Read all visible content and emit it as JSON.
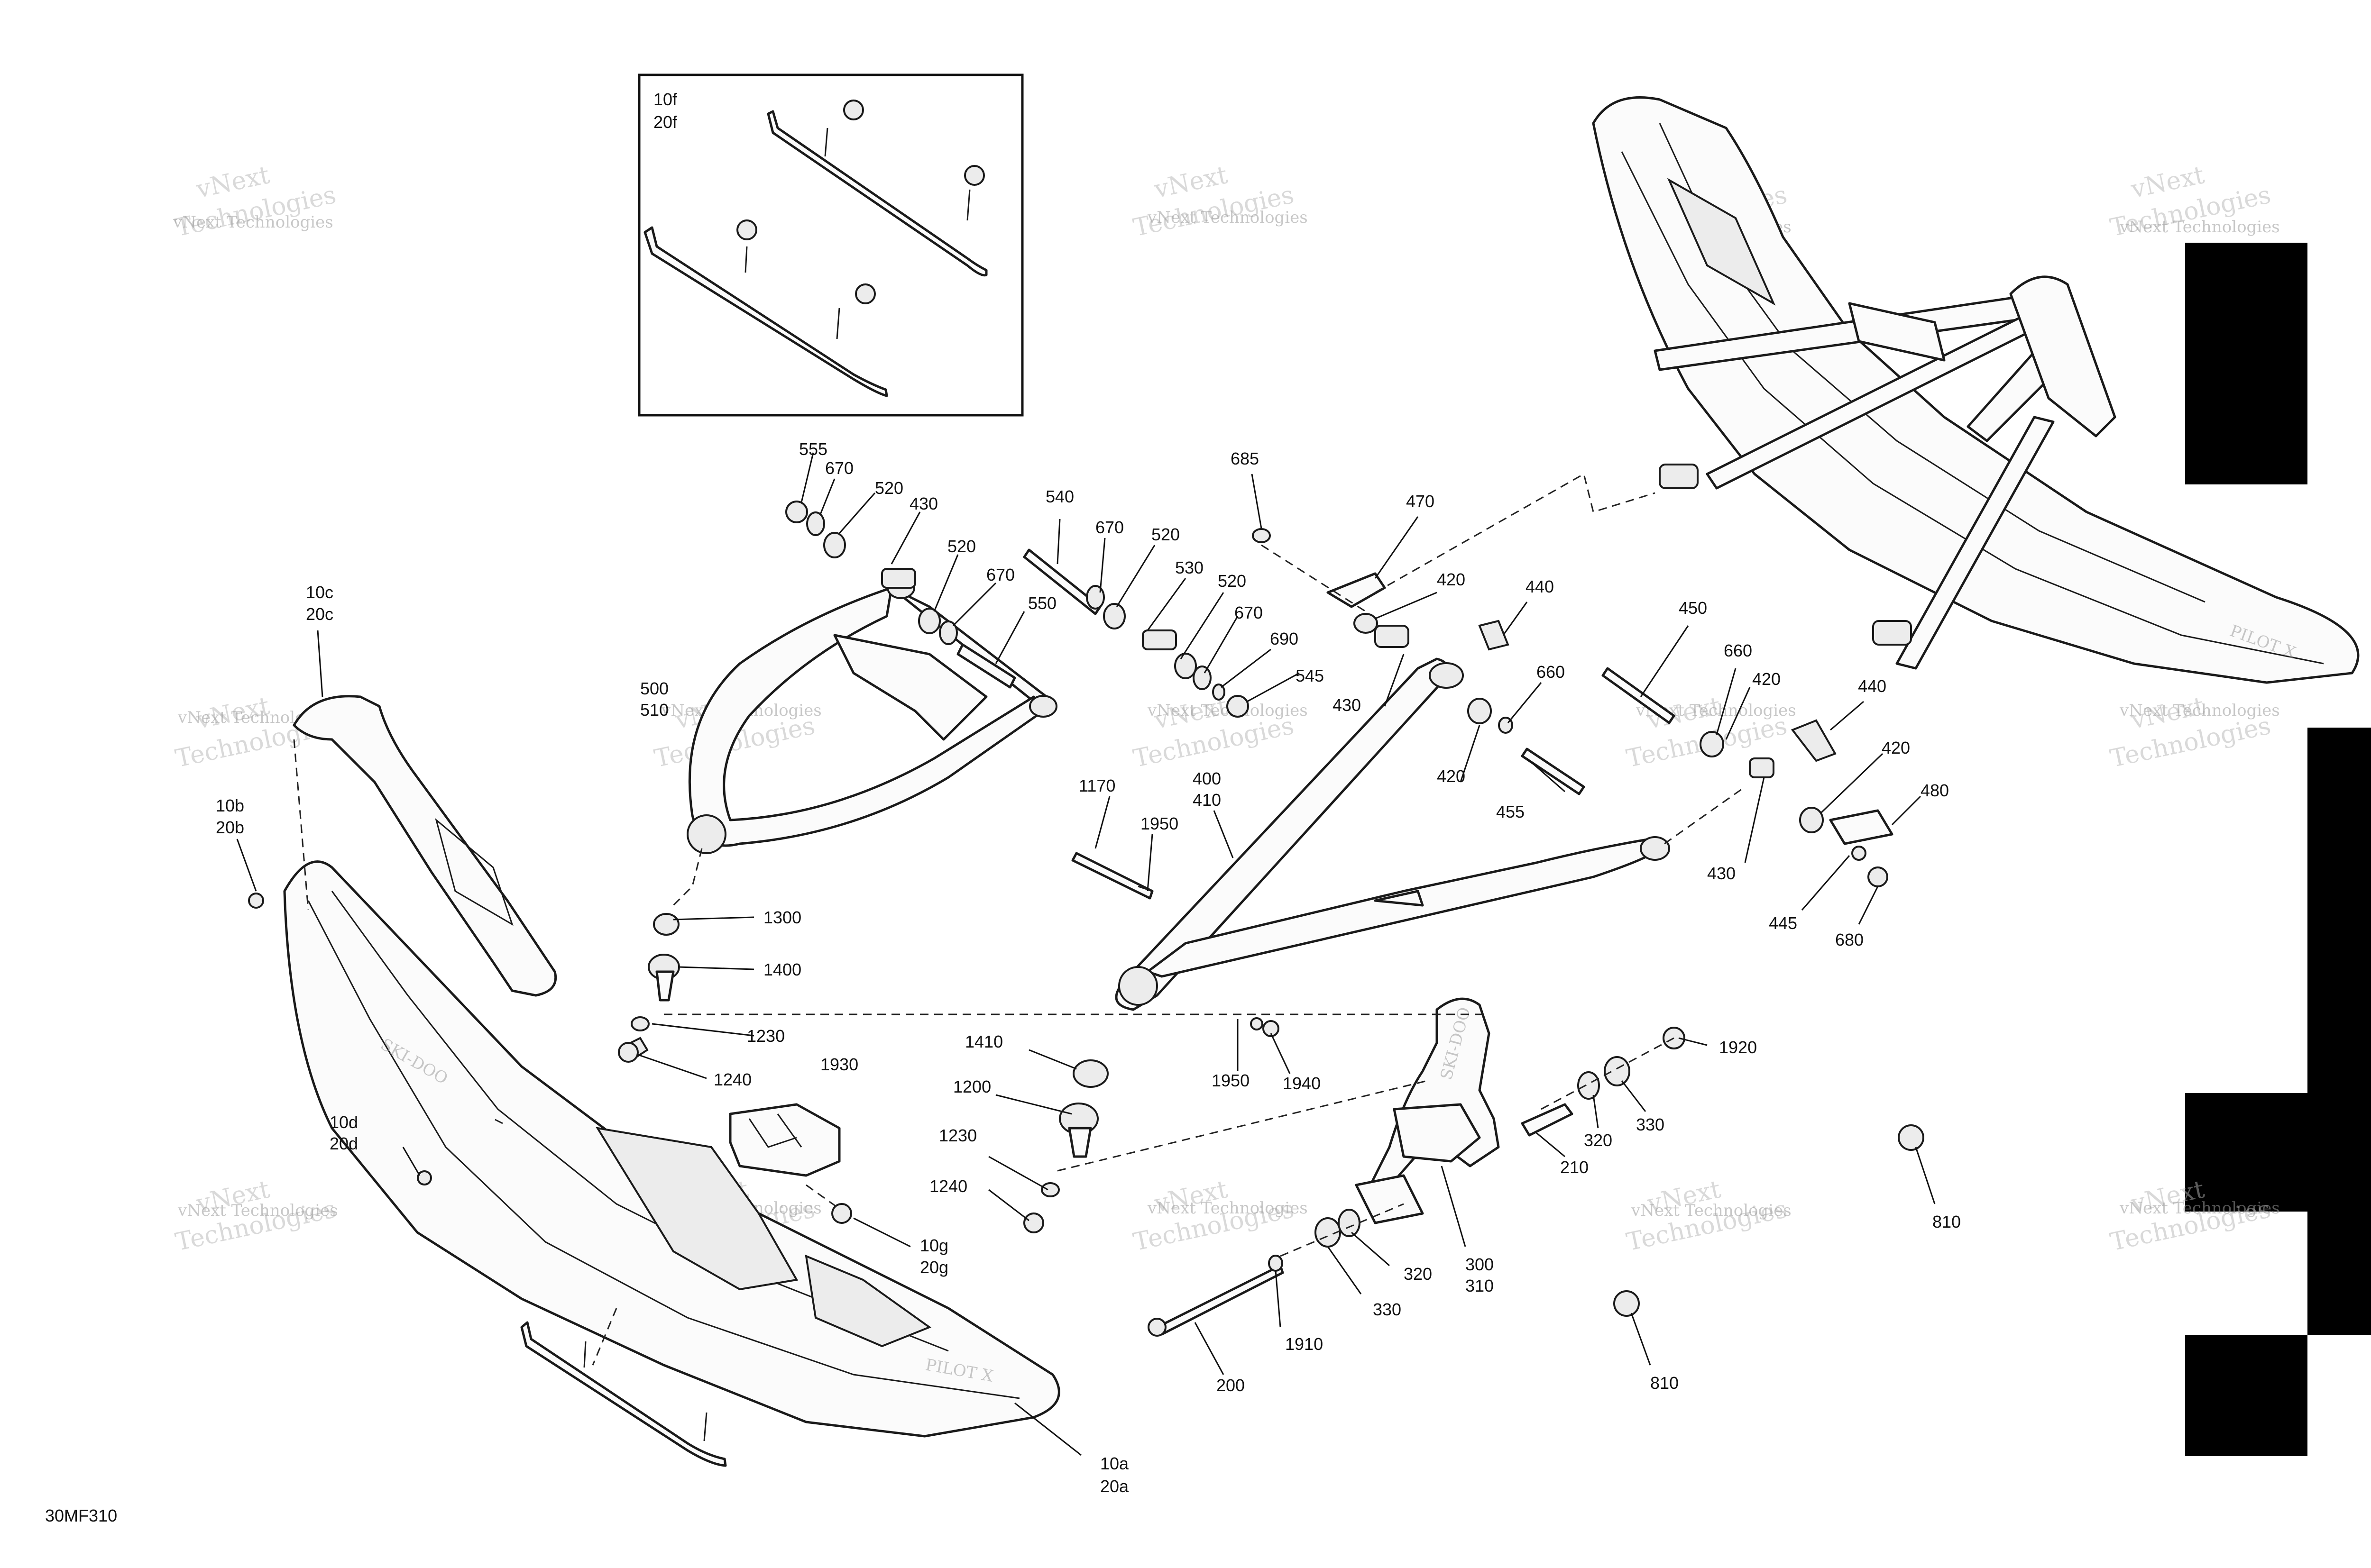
{
  "diagram": {
    "code": "30MF310",
    "inset_labels": [
      "10f",
      "20f"
    ],
    "watermark_line1": "vNext",
    "watermark_line2": "Technologies",
    "watermark_text": "vNext Technologies"
  },
  "callouts": {
    "c555": "555",
    "c670a": "670",
    "c520a": "520",
    "c430a": "430",
    "c520b": "520",
    "c670b": "670",
    "c550": "550",
    "c540": "540",
    "c670c": "670",
    "c520c": "520",
    "c530": "530",
    "c520d": "520",
    "c670d": "670",
    "c690": "690",
    "c545": "545",
    "c685": "685",
    "c470": "470",
    "c420a": "420",
    "c440a": "440",
    "c430b": "430",
    "c660a": "660",
    "c420b": "420",
    "c455": "455",
    "c450": "450",
    "c660b": "660",
    "c420c": "420",
    "c440b": "440",
    "c420d": "420",
    "c480": "480",
    "c430c": "430",
    "c445": "445",
    "c680": "680",
    "c500": "500",
    "c510": "510",
    "c10c": "10c",
    "c20c": "20c",
    "c10b": "10b",
    "c20b": "20b",
    "c1300": "1300",
    "c1400": "1400",
    "c1230a": "1230",
    "c1240a": "1240",
    "c1170": "1170",
    "c1950a": "1950",
    "c400": "400",
    "c410": "410",
    "c1950b": "1950",
    "c1940": "1940",
    "c1930": "1930",
    "c1410": "1410",
    "c1200": "1200",
    "c1230b": "1230",
    "c1240b": "1240",
    "c10d": "10d",
    "c20d": "20d",
    "c10g": "10g",
    "c20g": "20g",
    "c1920": "1920",
    "c320a": "320",
    "c330a": "330",
    "c210": "210",
    "c300": "300",
    "c310": "310",
    "c320b": "320",
    "c330b": "330",
    "c1910": "1910",
    "c200": "200",
    "c810a": "810",
    "c810b": "810",
    "c10a": "10a",
    "c20a": "20a"
  },
  "colors": {
    "line": "#1a1a1a",
    "marker_block": "#000000",
    "watermark": "#9a9a9a"
  }
}
